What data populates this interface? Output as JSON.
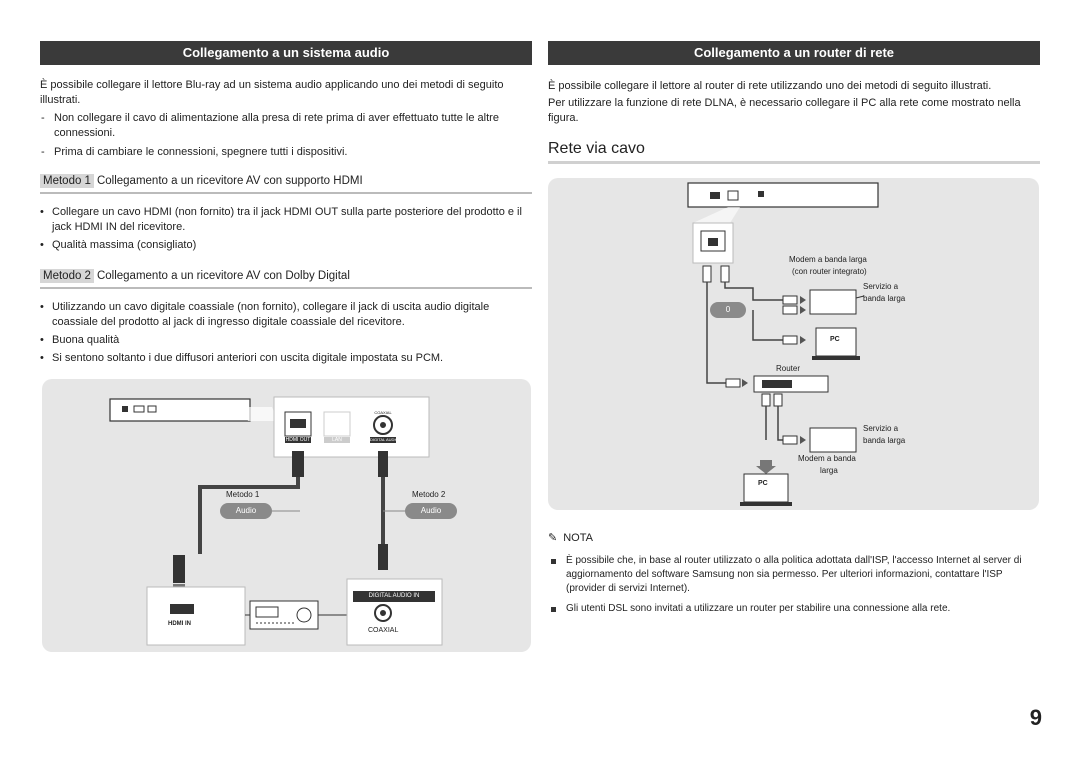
{
  "left": {
    "title": "Collegamento a un sistema audio",
    "intro": "È possibile collegare il lettore Blu-ray ad un sistema audio applicando uno dei metodi di seguito illustrati.",
    "notes": [
      "Non collegare il cavo di alimentazione alla presa di rete prima di aver effettuato tutte le altre connessioni.",
      "Prima di cambiare le connessioni, spegnere tutti i dispositivi."
    ],
    "method1": {
      "tag": "Metodo 1",
      "title": "Collegamento a un ricevitore AV con supporto HDMI",
      "bullets": [
        "Collegare un cavo HDMI (non fornito) tra il jack HDMI OUT sulla parte posteriore del prodotto e il jack HDMI IN del ricevitore.",
        "Qualità massima (consigliato)"
      ]
    },
    "method2": {
      "tag": "Metodo 2",
      "title": "Collegamento a un ricevitore AV con Dolby Digital",
      "bullets": [
        "Utilizzando un cavo digitale coassiale (non fornito), collegare il jack di uscita audio digitale coassiale del prodotto al jack di ingresso digitale coassiale del ricevitore.",
        "Buona qualità",
        "Si sentono soltanto i due diffusori anteriori con uscita digitale impostata su PCM."
      ]
    },
    "diagram": {
      "port_hdmi_out": "HDMI OUT",
      "port_lan": "LAN",
      "port_coaxial": "COAXIAL",
      "port_digital_audio_out": "DIGITAL AUDIO OUT",
      "method1_label": "Metodo 1",
      "method2_label": "Metodo 2",
      "audio1": "Audio",
      "audio2": "Audio",
      "hdmi_in": "HDMI IN",
      "digital_audio_in": "DIGITAL AUDIO IN",
      "coaxial": "COAXIAL"
    }
  },
  "right": {
    "title": "Collegamento a un router di rete",
    "intro1": "È possibile collegare il lettore al router di rete utilizzando uno dei metodi di seguito illustrati.",
    "intro2": "Per utilizzare la funzione di rete DLNA, è necessario collegare il PC alla rete come mostrato nella figura.",
    "heading": "Rete via cavo",
    "diagram": {
      "modem_router": "Modem a banda larga",
      "modem_router2": "(con router integrato)",
      "service1": "Servizio a",
      "service1b": "banda larga",
      "badge": "0",
      "pc1": "PC",
      "router": "Router",
      "service2": "Servizio a",
      "service2b": "banda larga",
      "modem2": "Modem a banda",
      "modem2b": "larga",
      "pc2": "PC"
    },
    "nota": {
      "label": "NOTA",
      "items": [
        "È possibile che, in base al router utilizzato o alla politica adottata dall'ISP, l'accesso Internet al server di aggiornamento del software Samsung non sia permesso. Per ulteriori informazioni, contattare l'ISP (provider di servizi Internet).",
        "Gli utenti DSL sono invitati a utilizzare un router per stabilire una connessione alla rete."
      ]
    }
  },
  "page_number": "9"
}
